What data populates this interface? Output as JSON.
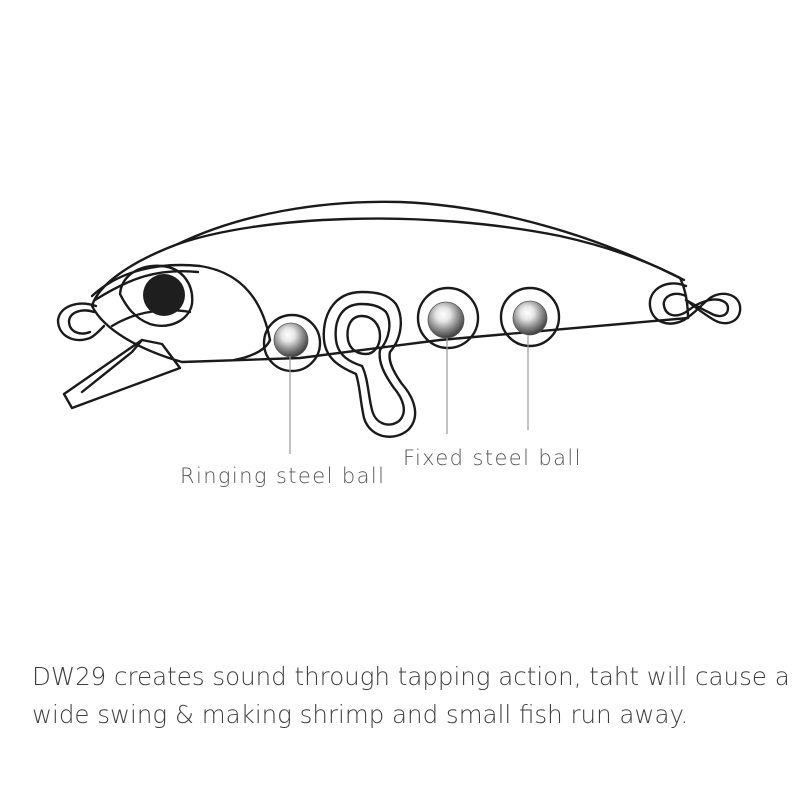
{
  "callouts": {
    "ringing": "Ringing steel ball",
    "fixed": "Fixed steel ball"
  },
  "description": {
    "line1": "DW29 creates sound through tapping action, taht will cause a",
    "line2": "wide swing & making shrimp and small fish run away."
  },
  "colors": {
    "outline": "#1a1a1a",
    "leader": "#9a9a9a",
    "eye": "#1e1e1e",
    "text": "#444444"
  }
}
